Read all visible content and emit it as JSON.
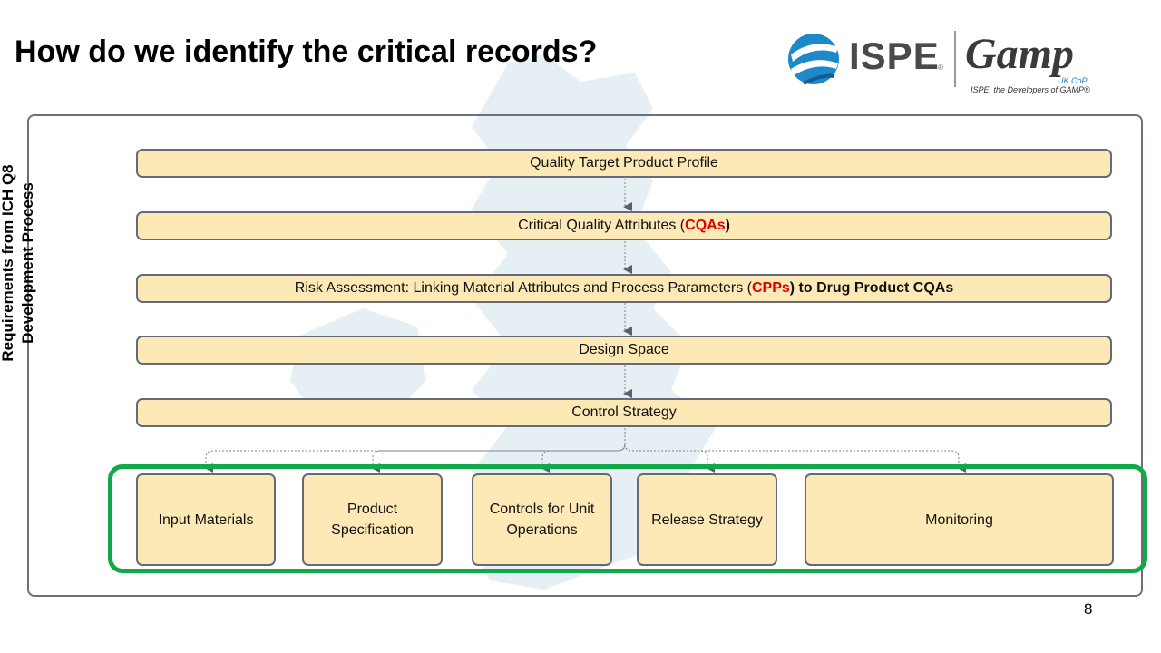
{
  "slide": {
    "title": "How do we identify the critical records?",
    "page_number": "8"
  },
  "logo": {
    "ispe": "ISPE",
    "registered": "®",
    "gamp": "Gamp",
    "uk_cop": "UK CoP",
    "tagline": "ISPE, the Developers of GAMP®"
  },
  "side_label": {
    "line1": "Requirements from ICH Q8",
    "line2": "Development Process"
  },
  "steps": {
    "qtpp": "Quality Target Product Profile",
    "cqa_prefix": "Critical Quality Attributes (",
    "cqa_highlight": "CQAs",
    "cqa_suffix": ")",
    "risk_prefix": "Risk Assessment: Linking Material Attributes and Process Parameters (",
    "risk_highlight": "CPPs",
    "risk_suffix": ") to Drug Product CQAs",
    "design_space": "Design Space",
    "control_strategy": "Control Strategy"
  },
  "outputs": {
    "input_materials": "Input Materials",
    "product_spec": "Product Specification",
    "unit_ops": "Controls for Unit Operations",
    "release": "Release Strategy",
    "monitoring": "Monitoring"
  },
  "colors": {
    "box_fill": "#fde9b6",
    "box_border": "#666a78",
    "highlight_red": "#e00000",
    "group_green": "#12a84a",
    "watermark": "#e3eef3"
  }
}
